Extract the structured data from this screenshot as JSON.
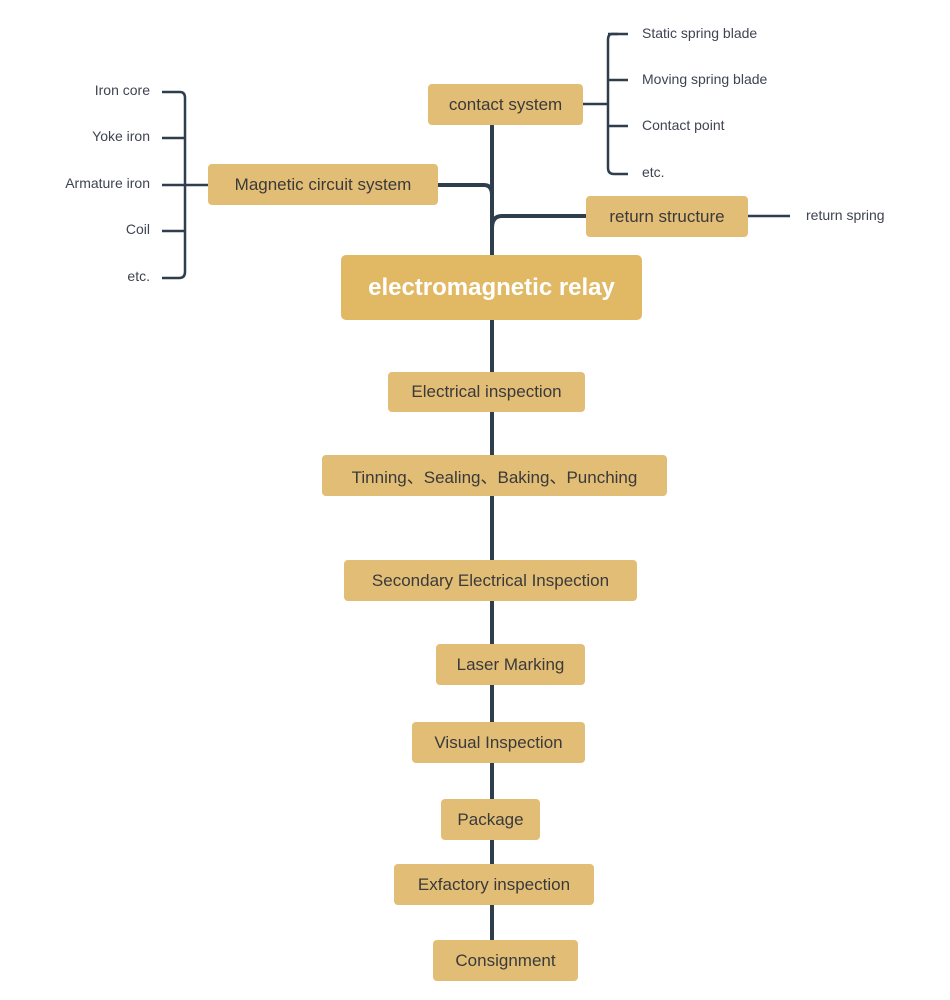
{
  "root": {
    "label": "electromagnetic relay"
  },
  "branches": {
    "contact_system": {
      "label": "contact system",
      "children": [
        "Static spring blade",
        "Moving spring blade",
        "Contact point",
        "etc."
      ]
    },
    "magnetic_circuit": {
      "label": "Magnetic circuit system",
      "children": [
        "Iron core",
        "Yoke iron",
        "Armature iron",
        "Coil",
        "etc."
      ]
    },
    "return_structure": {
      "label": "return structure",
      "children": [
        "return spring"
      ]
    }
  },
  "process_steps": [
    "Electrical inspection",
    "Tinning、Sealing、Baking、Punching",
    "Secondary Electrical Inspection",
    "Laser Marking",
    "Visual Inspection",
    "Package",
    "Exfactory inspection",
    "Consignment"
  ],
  "colors": {
    "node_fill": "#e2bd76",
    "root_fill": "#e1b965",
    "connector": "#2f3e4d",
    "leaf_text": "#3e4452"
  }
}
